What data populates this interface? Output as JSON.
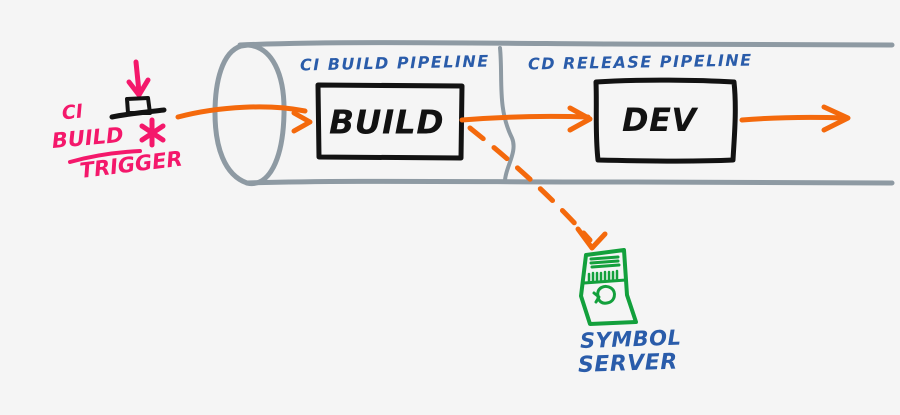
{
  "diagram": {
    "title": "CI/CD pipeline whiteboard sketch",
    "background_color": "#f5f5f5",
    "colors": {
      "pipeline_gray": "#8e9aa3",
      "arrow_orange": "#f4690c",
      "label_blue": "#2a5caa",
      "trigger_pink": "#f4186b",
      "box_black": "#111111",
      "server_green": "#13a03c"
    },
    "labels": {
      "ci_pipeline": "CI BUILD PIPELINE",
      "cd_pipeline": "CD RELEASE PIPELINE",
      "build_box": "BUILD",
      "dev_box": "DEV",
      "symbol_server_line1": "SYMBOL",
      "symbol_server_line2": "SERVER",
      "trigger_line1": "CI",
      "trigger_line2": "BUILD",
      "trigger_line3": "TRIGGER"
    },
    "icons": {
      "trigger_arrow": "down-arrow-icon",
      "trigger_table": "trigger-table-icon",
      "trigger_asterisk": "asterisk-icon",
      "server": "symbol-server-icon",
      "pipeline_cylinder": "pipeline-cylinder-icon"
    },
    "connections": [
      {
        "name": "trigger-to-build",
        "style": "solid",
        "color": "#f4690c"
      },
      {
        "name": "build-to-dev",
        "style": "solid",
        "color": "#f4690c"
      },
      {
        "name": "dev-to-exit",
        "style": "solid",
        "color": "#f4690c"
      },
      {
        "name": "build-to-symbol-server",
        "style": "dashed",
        "color": "#f4690c"
      }
    ]
  }
}
